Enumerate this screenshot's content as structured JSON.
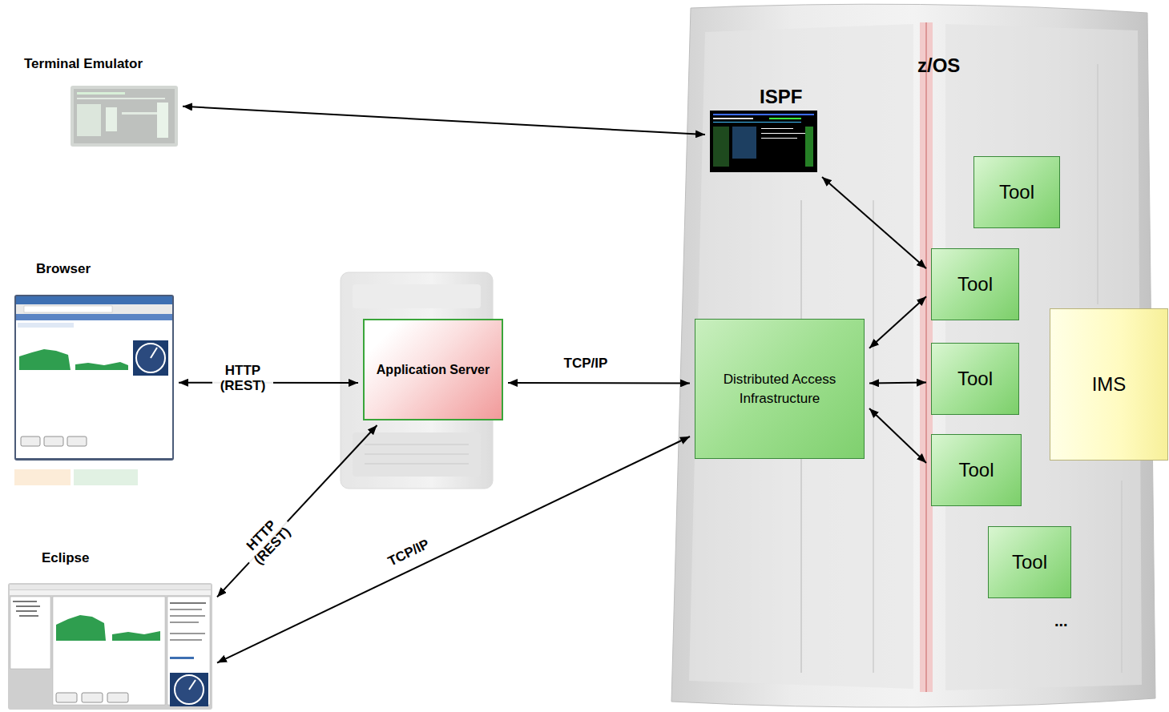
{
  "diagram": {
    "nodes": [
      {
        "text": [
          "Terminal Emulator"
        ]
      },
      {
        "text": [
          "z/OS"
        ]
      },
      {
        "text": [
          "ISPF"
        ],
        "in": 1
      },
      {
        "text": [
          "Tool"
        ],
        "in": 1
      },
      {
        "text": [
          "Tool"
        ],
        "in": 1
      },
      {
        "text": [
          "Browser"
        ]
      },
      {
        "text": [
          "Application Server"
        ]
      },
      {
        "text": [
          "Distributed Access Infrastructure"
        ],
        "in": 1
      },
      {
        "text": [
          "Tool"
        ],
        "in": 1
      },
      {
        "text": [
          "IMS"
        ],
        "in": 1
      },
      {
        "text": [
          "Tool"
        ],
        "in": 1
      },
      {
        "text": [
          "Tool"
        ],
        "in": 1
      },
      {
        "text": [
          "Eclipse"
        ]
      }
    ],
    "edges": [
      {
        "from": 0,
        "to": 2,
        "arrow": "both"
      },
      {
        "from": 2,
        "to": 4,
        "arrow": "both"
      },
      {
        "from": 7,
        "to": 4,
        "arrow": "both"
      },
      {
        "from": 7,
        "to": 8,
        "arrow": "both"
      },
      {
        "from": 7,
        "to": 10,
        "arrow": "both"
      },
      {
        "from": 5,
        "to": 6,
        "label": "HTTP (REST)",
        "arrow": "both"
      },
      {
        "from": 6,
        "to": 7,
        "label": "TCP/IP",
        "arrow": "both"
      },
      {
        "from": 12,
        "to": 6,
        "label": "HTTP (REST)",
        "arrow": "both"
      },
      {
        "from": 12,
        "to": 7,
        "label": "TCP/IP",
        "arrow": "both"
      }
    ],
    "labels": [
      "..."
    ]
  }
}
